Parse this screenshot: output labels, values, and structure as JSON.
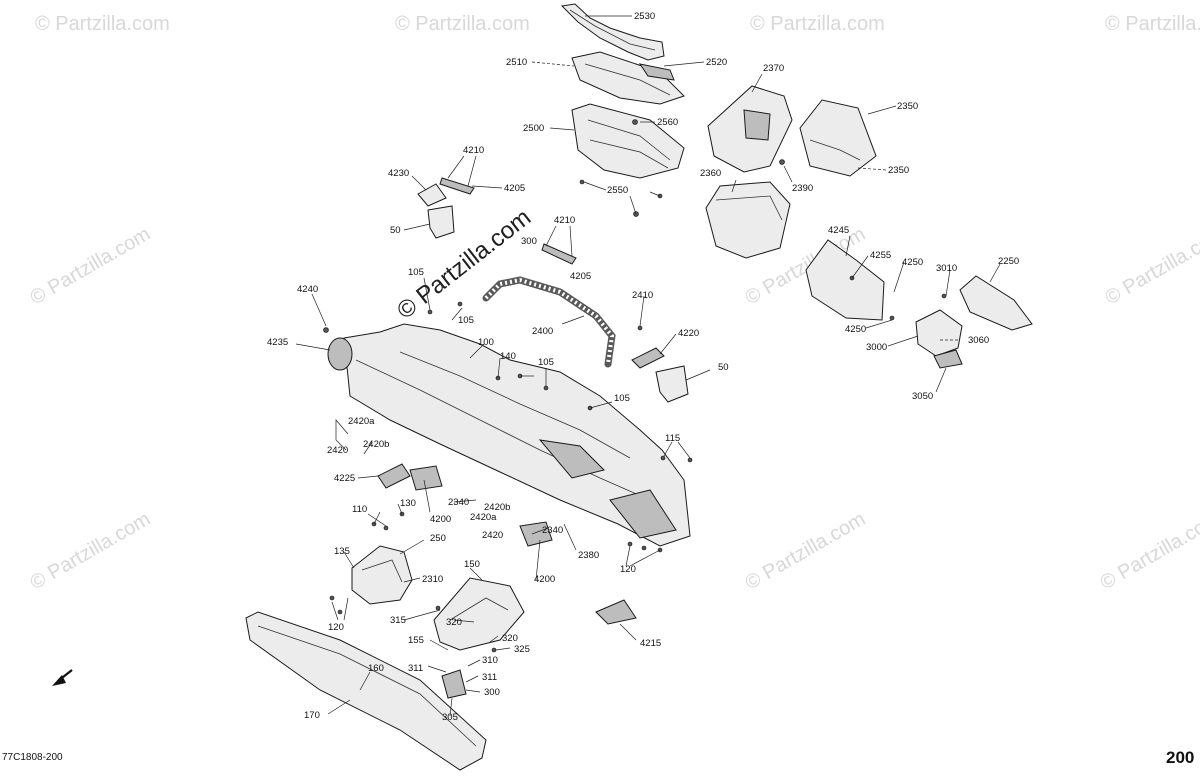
{
  "watermark": {
    "text": "© Partzilla.com"
  },
  "diagram_code": "77C1808-200",
  "page_number": "200",
  "callouts": {
    "c2530": "2530",
    "c2520": "2520",
    "c2510": "2510",
    "c2560": "2560",
    "c2500": "2500",
    "c2550": "2550",
    "c2370": "2370",
    "c2350a": "2350",
    "c2350b": "2350",
    "c2360": "2360",
    "c2390": "2390",
    "c4210a": "4210",
    "c4230": "4230",
    "c4205a": "4205",
    "c50a": "50",
    "c4210b": "4210",
    "c4205b": "4205",
    "c300a": "300",
    "c105a": "105",
    "c105b": "105",
    "c4240": "4240",
    "c2400": "2400",
    "c2410": "2410",
    "c4220": "4220",
    "c4235": "4235",
    "c100": "100",
    "c140": "140",
    "c105c": "105",
    "c105d": "105",
    "c50b": "50",
    "c4245": "4245",
    "c4255": "4255",
    "c4250a": "4250",
    "c3010": "3010",
    "c2250": "2250",
    "c4250b": "4250",
    "c3000": "3000",
    "c3060": "3060",
    "c3050": "3050",
    "c2420a1": "2420a",
    "c2420": "2420",
    "c2420b1": "2420b",
    "c115": "115",
    "c4225": "4225",
    "c130": "130",
    "c110": "110",
    "c4200a": "4200",
    "c2340a": "2340",
    "c2420b2": "2420b",
    "c2420a2": "2420a",
    "c2420c": "2420",
    "c2340b": "2340",
    "c250": "250",
    "c135": "135",
    "c2310": "2310",
    "c2380": "2380",
    "c120a": "120",
    "c4200b": "4200",
    "c150": "150",
    "c120b": "120",
    "c315": "315",
    "c320a": "320",
    "c4215": "4215",
    "c155": "155",
    "c320b": "320",
    "c325": "325",
    "c160": "160",
    "c311a": "311",
    "c310": "310",
    "c311b": "311",
    "c300b": "300",
    "c170": "170",
    "c305": "305"
  }
}
